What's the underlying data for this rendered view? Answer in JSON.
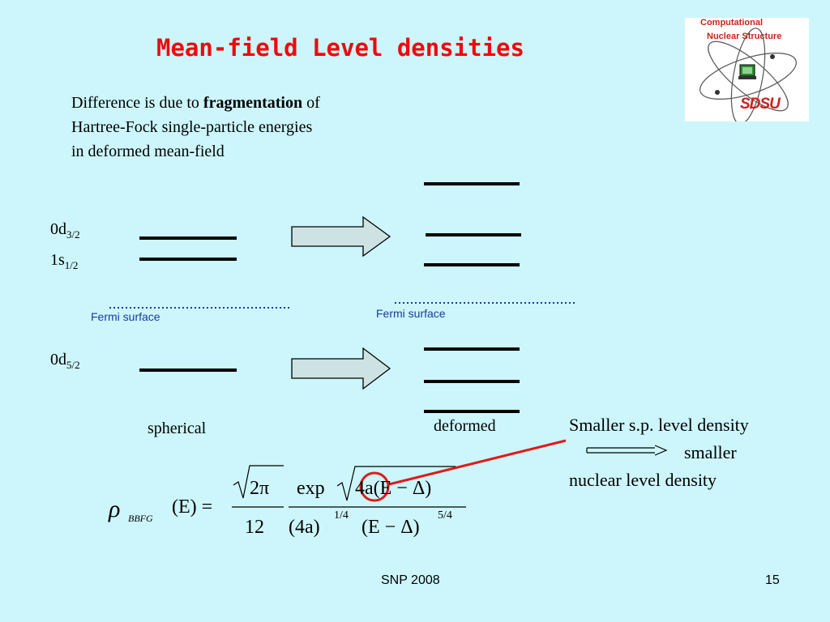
{
  "slide": {
    "title": "Mean-field Level densities",
    "description": {
      "line1_pre": "Difference is due to ",
      "line1_bold": "fragmentation",
      "line1_post": " of",
      "line2": "Hartree-Fock single-particle energies",
      "line3": "in deformed mean-field"
    },
    "levels": [
      {
        "base": "0d",
        "sub": "3/2"
      },
      {
        "base": "1s",
        "sub": "1/2"
      },
      {
        "base": "0d",
        "sub": "5/2"
      }
    ],
    "fermi_left": "Fermi surface",
    "fermi_right": "Fermi surface",
    "label_spherical": "spherical",
    "label_deformed": "deformed",
    "note": {
      "line1": "Smaller s.p. level density",
      "line2": "smaller",
      "line3": "nuclear level density"
    },
    "equation": {
      "rho": "ρ",
      "sub": "BBFG",
      "arg": "(E) =",
      "num_left": "2π",
      "den_left": "12",
      "num_right_exp": "exp",
      "num_right_rad": "4a(E − Δ)",
      "den_right_a": "(4a)",
      "den_right_a_exp": "1/4",
      "den_right_b": "(E − Δ)",
      "den_right_b_exp": "5/4"
    },
    "logo": {
      "line1": "Computational",
      "line2": "Nuclear Structure",
      "badge": "SDSU"
    },
    "footer_center": "SNP 2008",
    "page_number": "15"
  },
  "colors": {
    "background": "#ccf6fb",
    "title": "#ee0a0a",
    "fermi": "#1a3aa0",
    "arrow_fill": "#cde3e3",
    "pointer": "#e01a1a"
  }
}
